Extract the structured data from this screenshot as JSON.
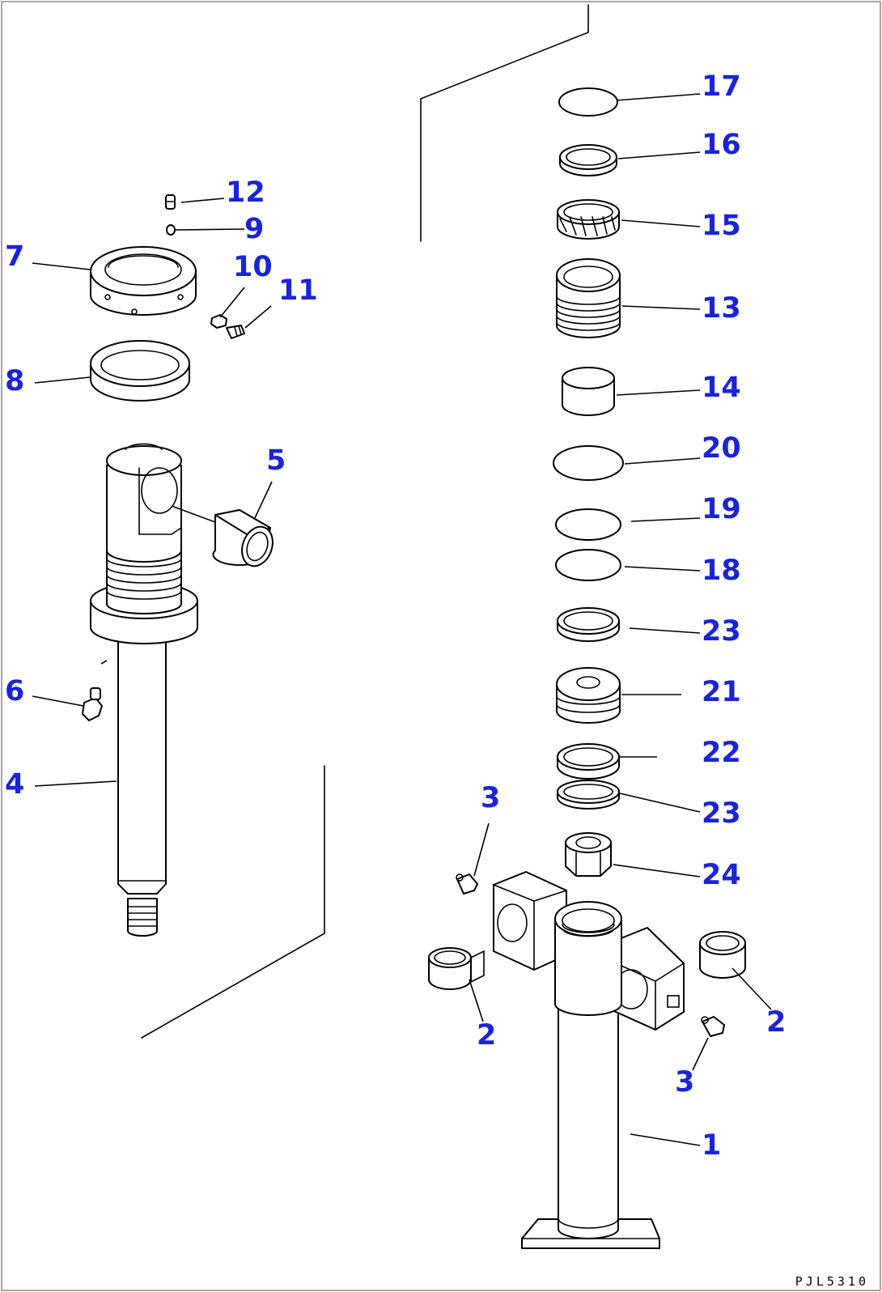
{
  "callouts": [
    {
      "id": "c17",
      "label": "17"
    },
    {
      "id": "c16",
      "label": "16"
    },
    {
      "id": "c15",
      "label": "15"
    },
    {
      "id": "c13",
      "label": "13"
    },
    {
      "id": "c14",
      "label": "14"
    },
    {
      "id": "c20",
      "label": "20"
    },
    {
      "id": "c19",
      "label": "19"
    },
    {
      "id": "c18",
      "label": "18"
    },
    {
      "id": "c23a",
      "label": "23"
    },
    {
      "id": "c21",
      "label": "21"
    },
    {
      "id": "c22",
      "label": "22"
    },
    {
      "id": "c23b",
      "label": "23"
    },
    {
      "id": "c24",
      "label": "24"
    },
    {
      "id": "c3a",
      "label": "3"
    },
    {
      "id": "c2a",
      "label": "2"
    },
    {
      "id": "c2b",
      "label": "2"
    },
    {
      "id": "c3b",
      "label": "3"
    },
    {
      "id": "c1",
      "label": "1"
    },
    {
      "id": "c12",
      "label": "12"
    },
    {
      "id": "c9",
      "label": "9"
    },
    {
      "id": "c7",
      "label": "7"
    },
    {
      "id": "c10",
      "label": "10"
    },
    {
      "id": "c11",
      "label": "11"
    },
    {
      "id": "c8",
      "label": "8"
    },
    {
      "id": "c5",
      "label": "5"
    },
    {
      "id": "c6",
      "label": "6"
    },
    {
      "id": "c4",
      "label": "4"
    }
  ],
  "drawing_code": "PJL5310",
  "colors": {
    "callout": "#1a24d6",
    "line": "#000000",
    "background": "#ffffff"
  }
}
